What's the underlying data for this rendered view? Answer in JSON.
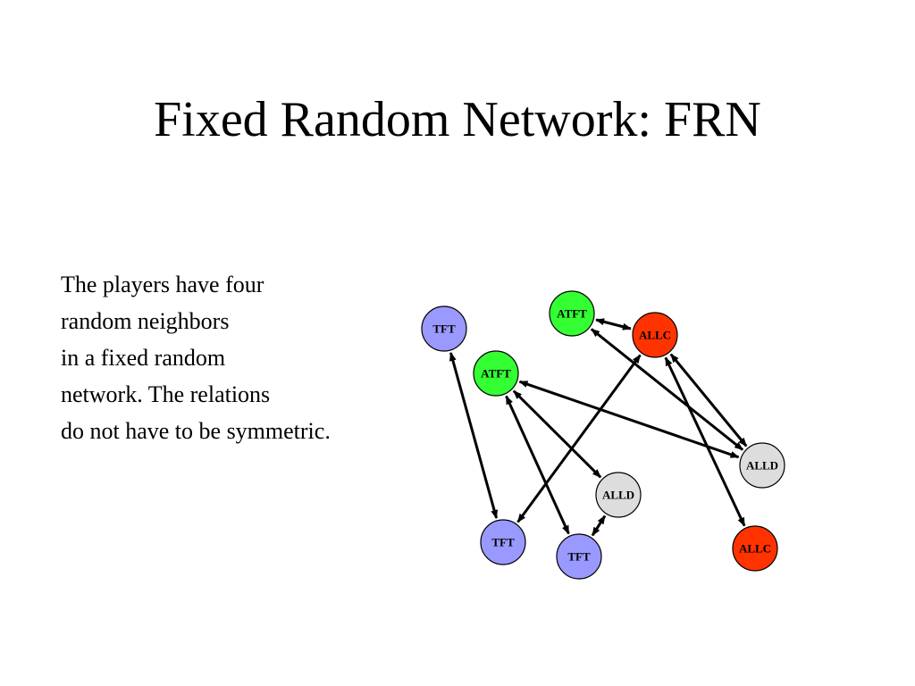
{
  "slide": {
    "title": "Fixed Random Network: FRN",
    "body_lines": [
      "The players have four",
      "random neighbors",
      "in a fixed random",
      "network. The relations",
      "do not have to be symmetric."
    ]
  },
  "colors": {
    "TFT": "#9999ff",
    "ATFT": "#33ff33",
    "ALLC": "#ff3300",
    "ALLD": "#dddddd"
  },
  "network": {
    "nodes": [
      {
        "id": "tft1",
        "label": "TFT",
        "type": "TFT"
      },
      {
        "id": "atft1",
        "label": "ATFT",
        "type": "ATFT"
      },
      {
        "id": "allc1",
        "label": "ALLC",
        "type": "ALLC"
      },
      {
        "id": "atft2",
        "label": "ATFT",
        "type": "ATFT"
      },
      {
        "id": "alld1",
        "label": "ALLD",
        "type": "ALLD"
      },
      {
        "id": "alld2",
        "label": "ALLD",
        "type": "ALLD"
      },
      {
        "id": "tft2",
        "label": "TFT",
        "type": "TFT"
      },
      {
        "id": "tft3",
        "label": "TFT",
        "type": "TFT"
      },
      {
        "id": "allc2",
        "label": "ALLC",
        "type": "ALLC"
      }
    ],
    "edges": [
      {
        "from": "tft1",
        "to": "tft2"
      },
      {
        "from": "atft1",
        "to": "allc1"
      },
      {
        "from": "atft1",
        "to": "alld2"
      },
      {
        "from": "allc1",
        "to": "tft2"
      },
      {
        "from": "allc1",
        "to": "alld2"
      },
      {
        "from": "allc1",
        "to": "allc2"
      },
      {
        "from": "atft2",
        "to": "alld1"
      },
      {
        "from": "atft2",
        "to": "alld2"
      },
      {
        "from": "atft2",
        "to": "tft3"
      },
      {
        "from": "alld1",
        "to": "tft3"
      }
    ]
  }
}
